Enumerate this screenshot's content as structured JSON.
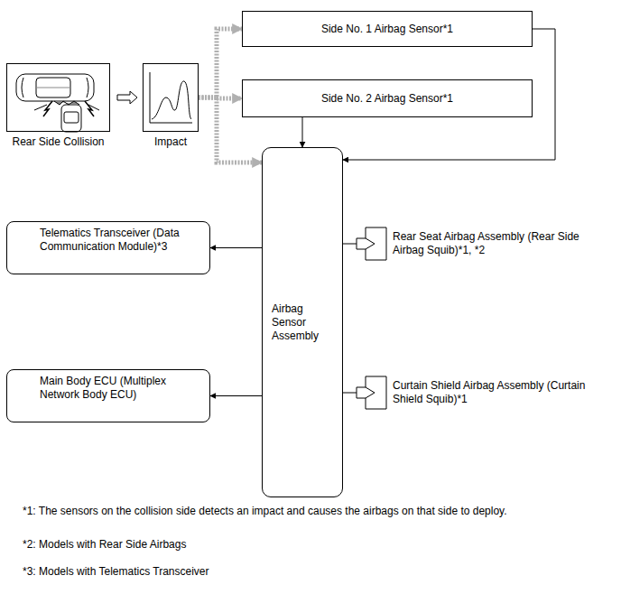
{
  "diagram": {
    "nodes": [
      {
        "text": [
          "Rear Side Collision"
        ]
      },
      {
        "text": [
          "Impact"
        ]
      },
      {
        "text": [
          "Side No. 1 Airbag Sensor*1"
        ]
      },
      {
        "text": [
          "Side No. 2 Airbag Sensor*1"
        ]
      },
      {
        "text": [
          "Airbag Sensor Assembly"
        ]
      },
      {
        "text": [
          "Telematics Transceiver (Data Communication Module)*3"
        ]
      },
      {
        "text": [
          "Rear Seat Airbag Assembly (Rear Side Airbag Squib)*1, *2"
        ]
      },
      {
        "text": [
          "Main Body ECU (Multiplex Network Body ECU)"
        ]
      },
      {
        "text": [
          "Curtain Shield Airbag Assembly (Curtain Shield Squib)*1"
        ]
      }
    ],
    "edges": [
      {
        "from": 0,
        "to": 1,
        "arrow": "to"
      },
      {
        "from": 1,
        "to": 2,
        "arrow": "to"
      },
      {
        "from": 1,
        "to": 3,
        "arrow": "to"
      },
      {
        "from": 1,
        "to": 4,
        "arrow": "to"
      },
      {
        "from": 2,
        "to": 4,
        "arrow": "to"
      },
      {
        "from": 3,
        "to": 4,
        "arrow": "to"
      },
      {
        "from": 4,
        "to": 5,
        "arrow": "to"
      },
      {
        "from": 4,
        "to": 6,
        "arrow": "none"
      },
      {
        "from": 4,
        "to": 7,
        "arrow": "to"
      },
      {
        "from": 4,
        "to": 8,
        "arrow": "none"
      }
    ],
    "labels": [
      "*1: The sensors on the collision side detects an impact and causes the airbags on that side to deploy.",
      "*2: Models with Rear Side Airbags",
      "*3: Models with Telematics Transceiver"
    ]
  }
}
